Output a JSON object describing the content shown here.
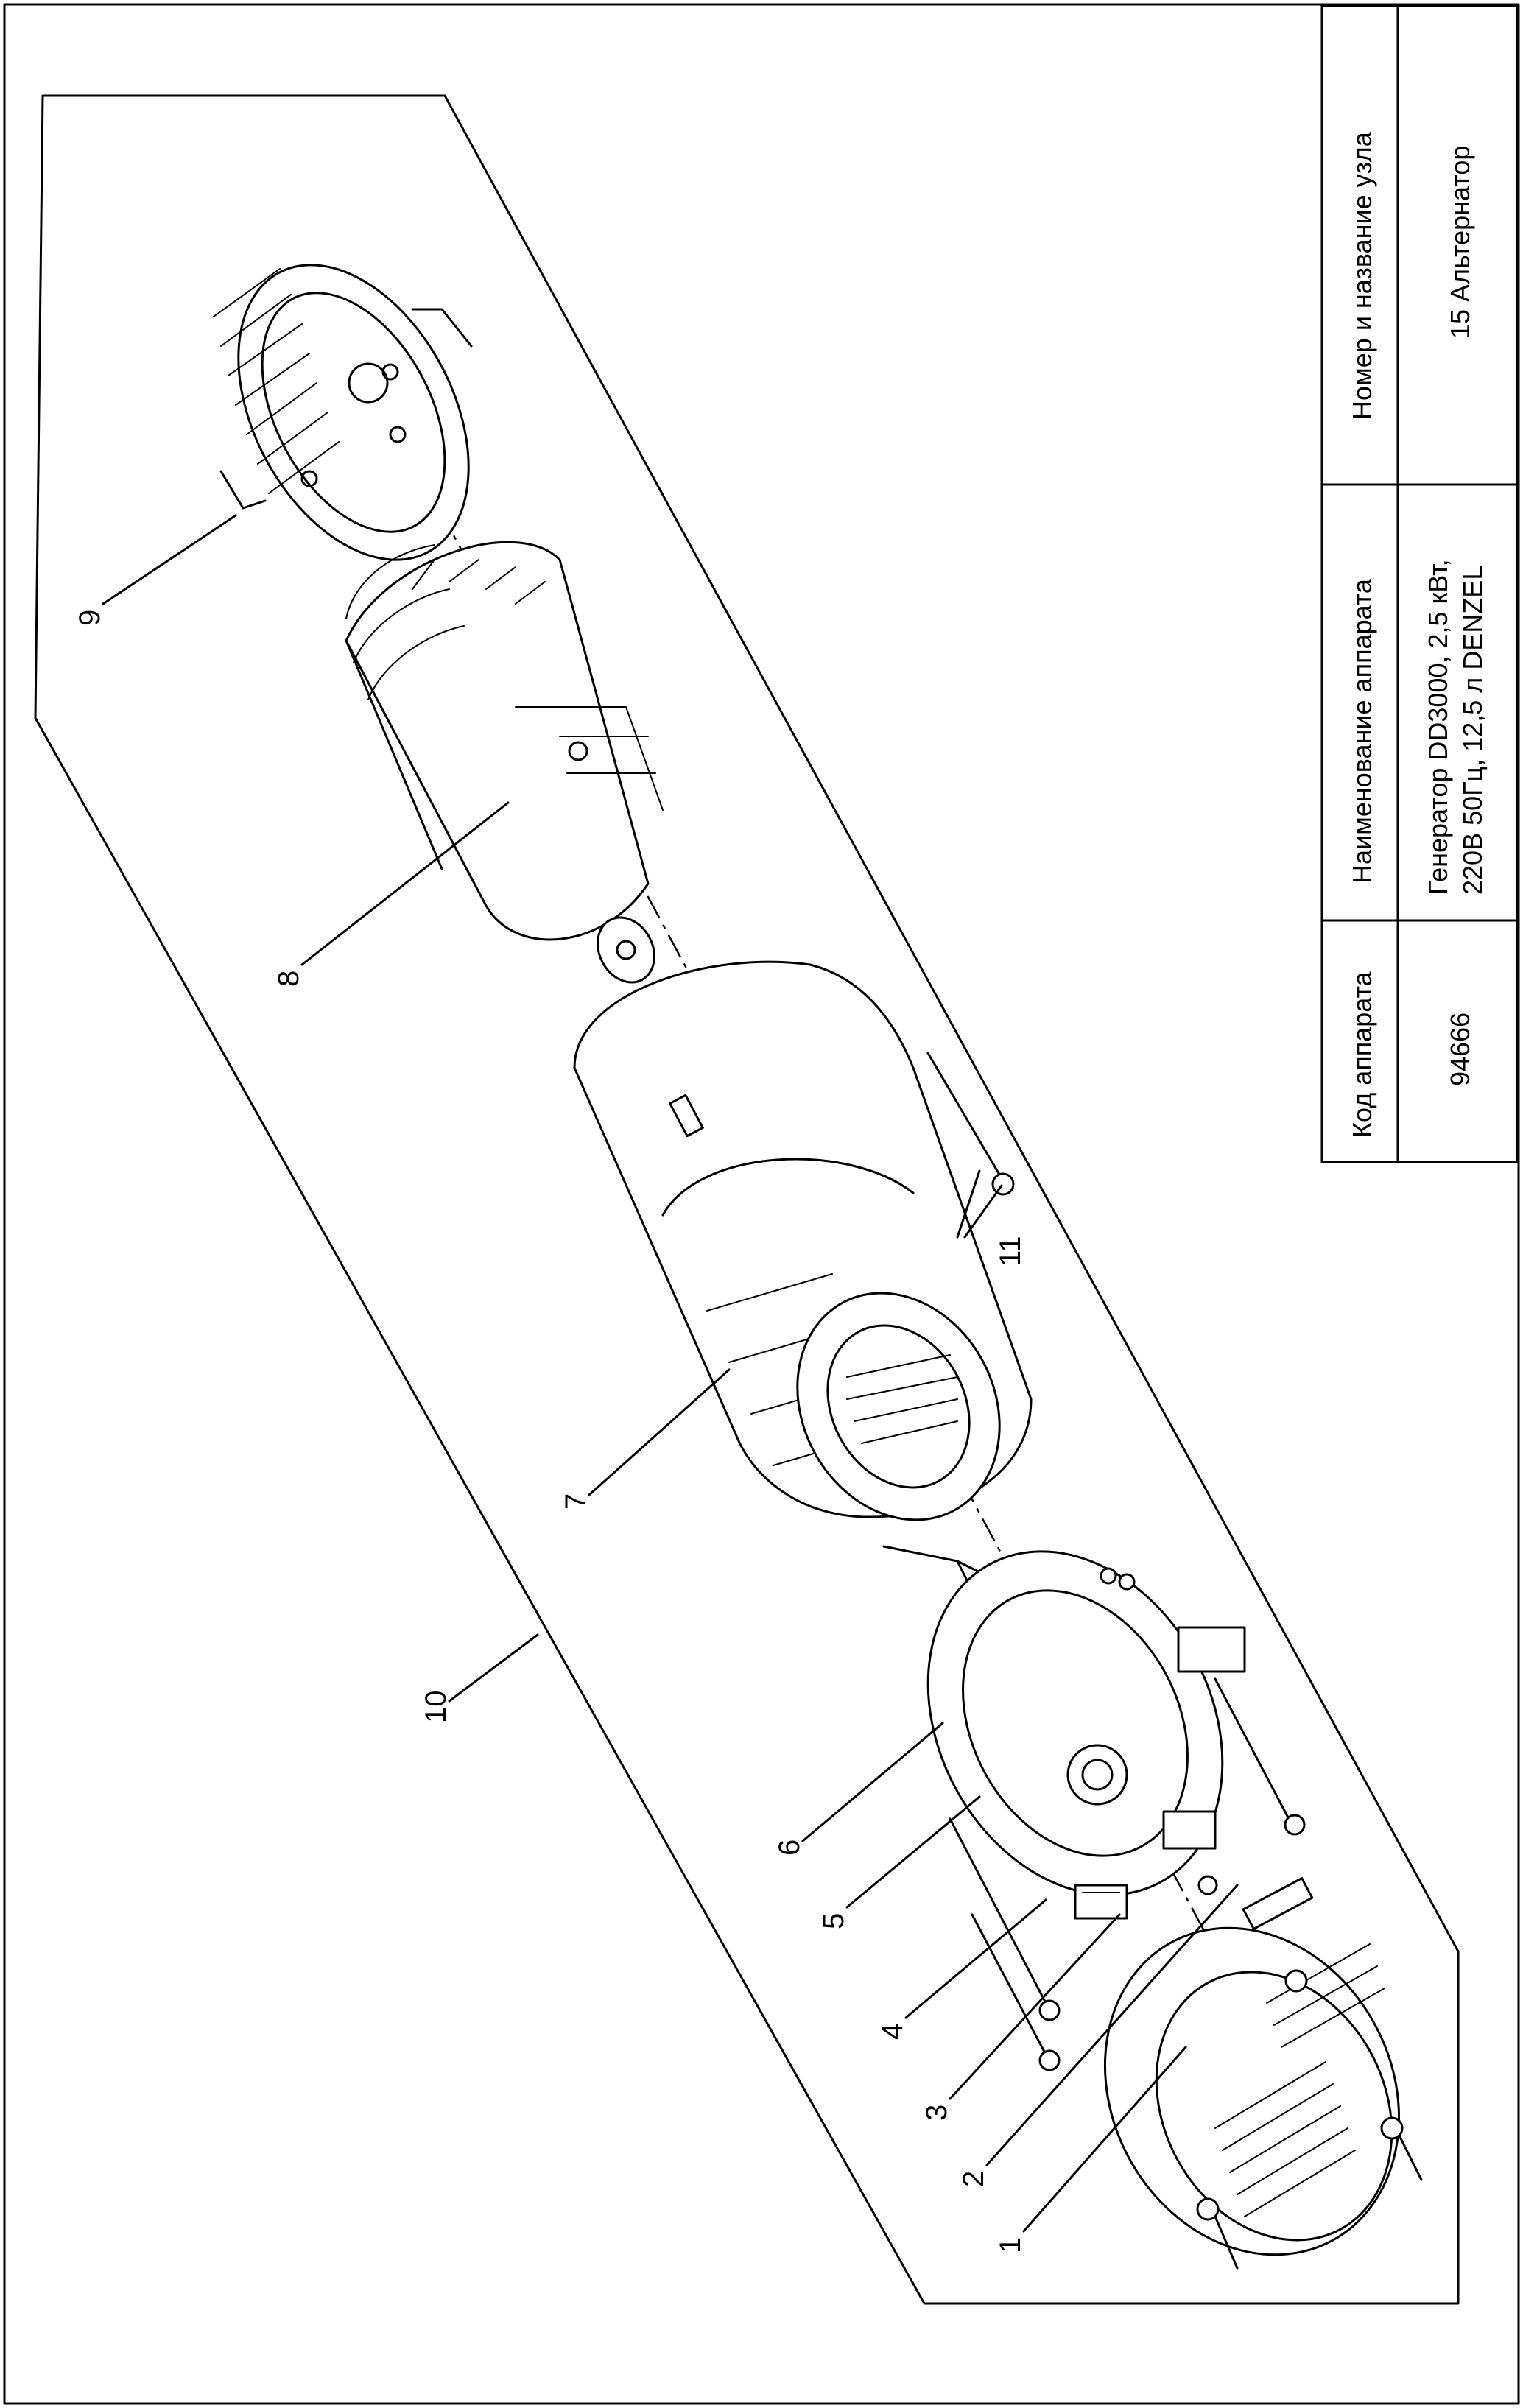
{
  "title_block": {
    "headers": {
      "code": "Код аппарата",
      "device_name": "Наименование аппарата",
      "unit": "Номер и название узла"
    },
    "values": {
      "code": "94666",
      "device_name_line1": "Генератор DD3000, 2,5 кВт,",
      "device_name_line2": "220В 50Гц, 12,5 л DENZEL",
      "unit": "15 Альтернатор"
    }
  },
  "callouts": [
    "1",
    "2",
    "3",
    "4",
    "5",
    "6",
    "7",
    "8",
    "9",
    "10",
    "11"
  ]
}
